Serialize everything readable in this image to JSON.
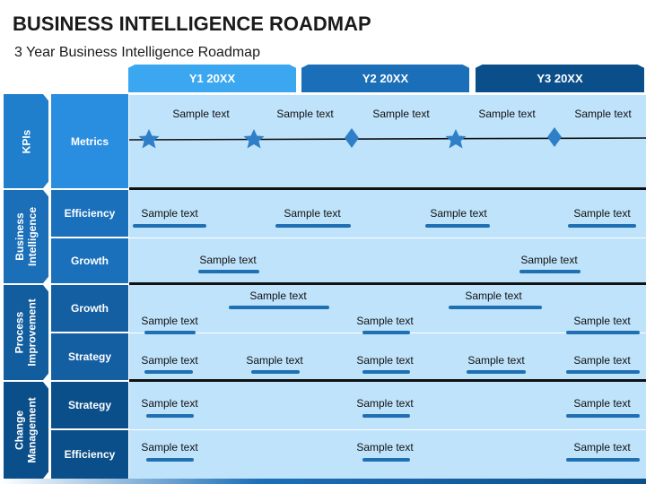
{
  "title": "BUSINESS INTELLIGENCE ROADMAP",
  "subtitle": "3 Year Business Intelligence Roadmap",
  "years": [
    "Y1 20XX",
    "Y2 20XX",
    "Y3 20XX"
  ],
  "groups": [
    {
      "label": "KPIs"
    },
    {
      "label": "Business\nIntelligence"
    },
    {
      "label": "Process\nImprovement"
    },
    {
      "label": "Change\nManagement"
    }
  ],
  "rows": [
    "Metrics",
    "Efficiency",
    "Growth",
    "Growth",
    "Strategy",
    "Strategy",
    "Efficiency"
  ],
  "metrics_items": [
    "Sample text",
    "Sample text",
    "Sample text",
    "Sample text",
    "Sample text"
  ],
  "items": {
    "efficiency": [
      "Sample text",
      "Sample text",
      "Sample text",
      "Sample text"
    ],
    "bi_growth": [
      "Sample text",
      "Sample text"
    ],
    "pi_growth_upper": [
      "Sample text",
      "Sample text"
    ],
    "pi_growth_lower": [
      "Sample text",
      "Sample text",
      "Sample text"
    ],
    "pi_strategy": [
      "Sample text",
      "Sample text",
      "Sample text",
      "Sample text",
      "Sample text"
    ],
    "cm_strategy": [
      "Sample text",
      "Sample text",
      "Sample text"
    ],
    "cm_efficiency": [
      "Sample text",
      "Sample text",
      "Sample text"
    ]
  },
  "marker_icons": [
    "star-icon",
    "star-icon",
    "diamond-icon",
    "star-icon",
    "diamond-icon"
  ],
  "colors": {
    "year1": "#3aa7f0",
    "year2": "#1a6fb8",
    "year3": "#0b4f8a",
    "band": "#bfe3fb",
    "marker": "#2f7fc8"
  }
}
